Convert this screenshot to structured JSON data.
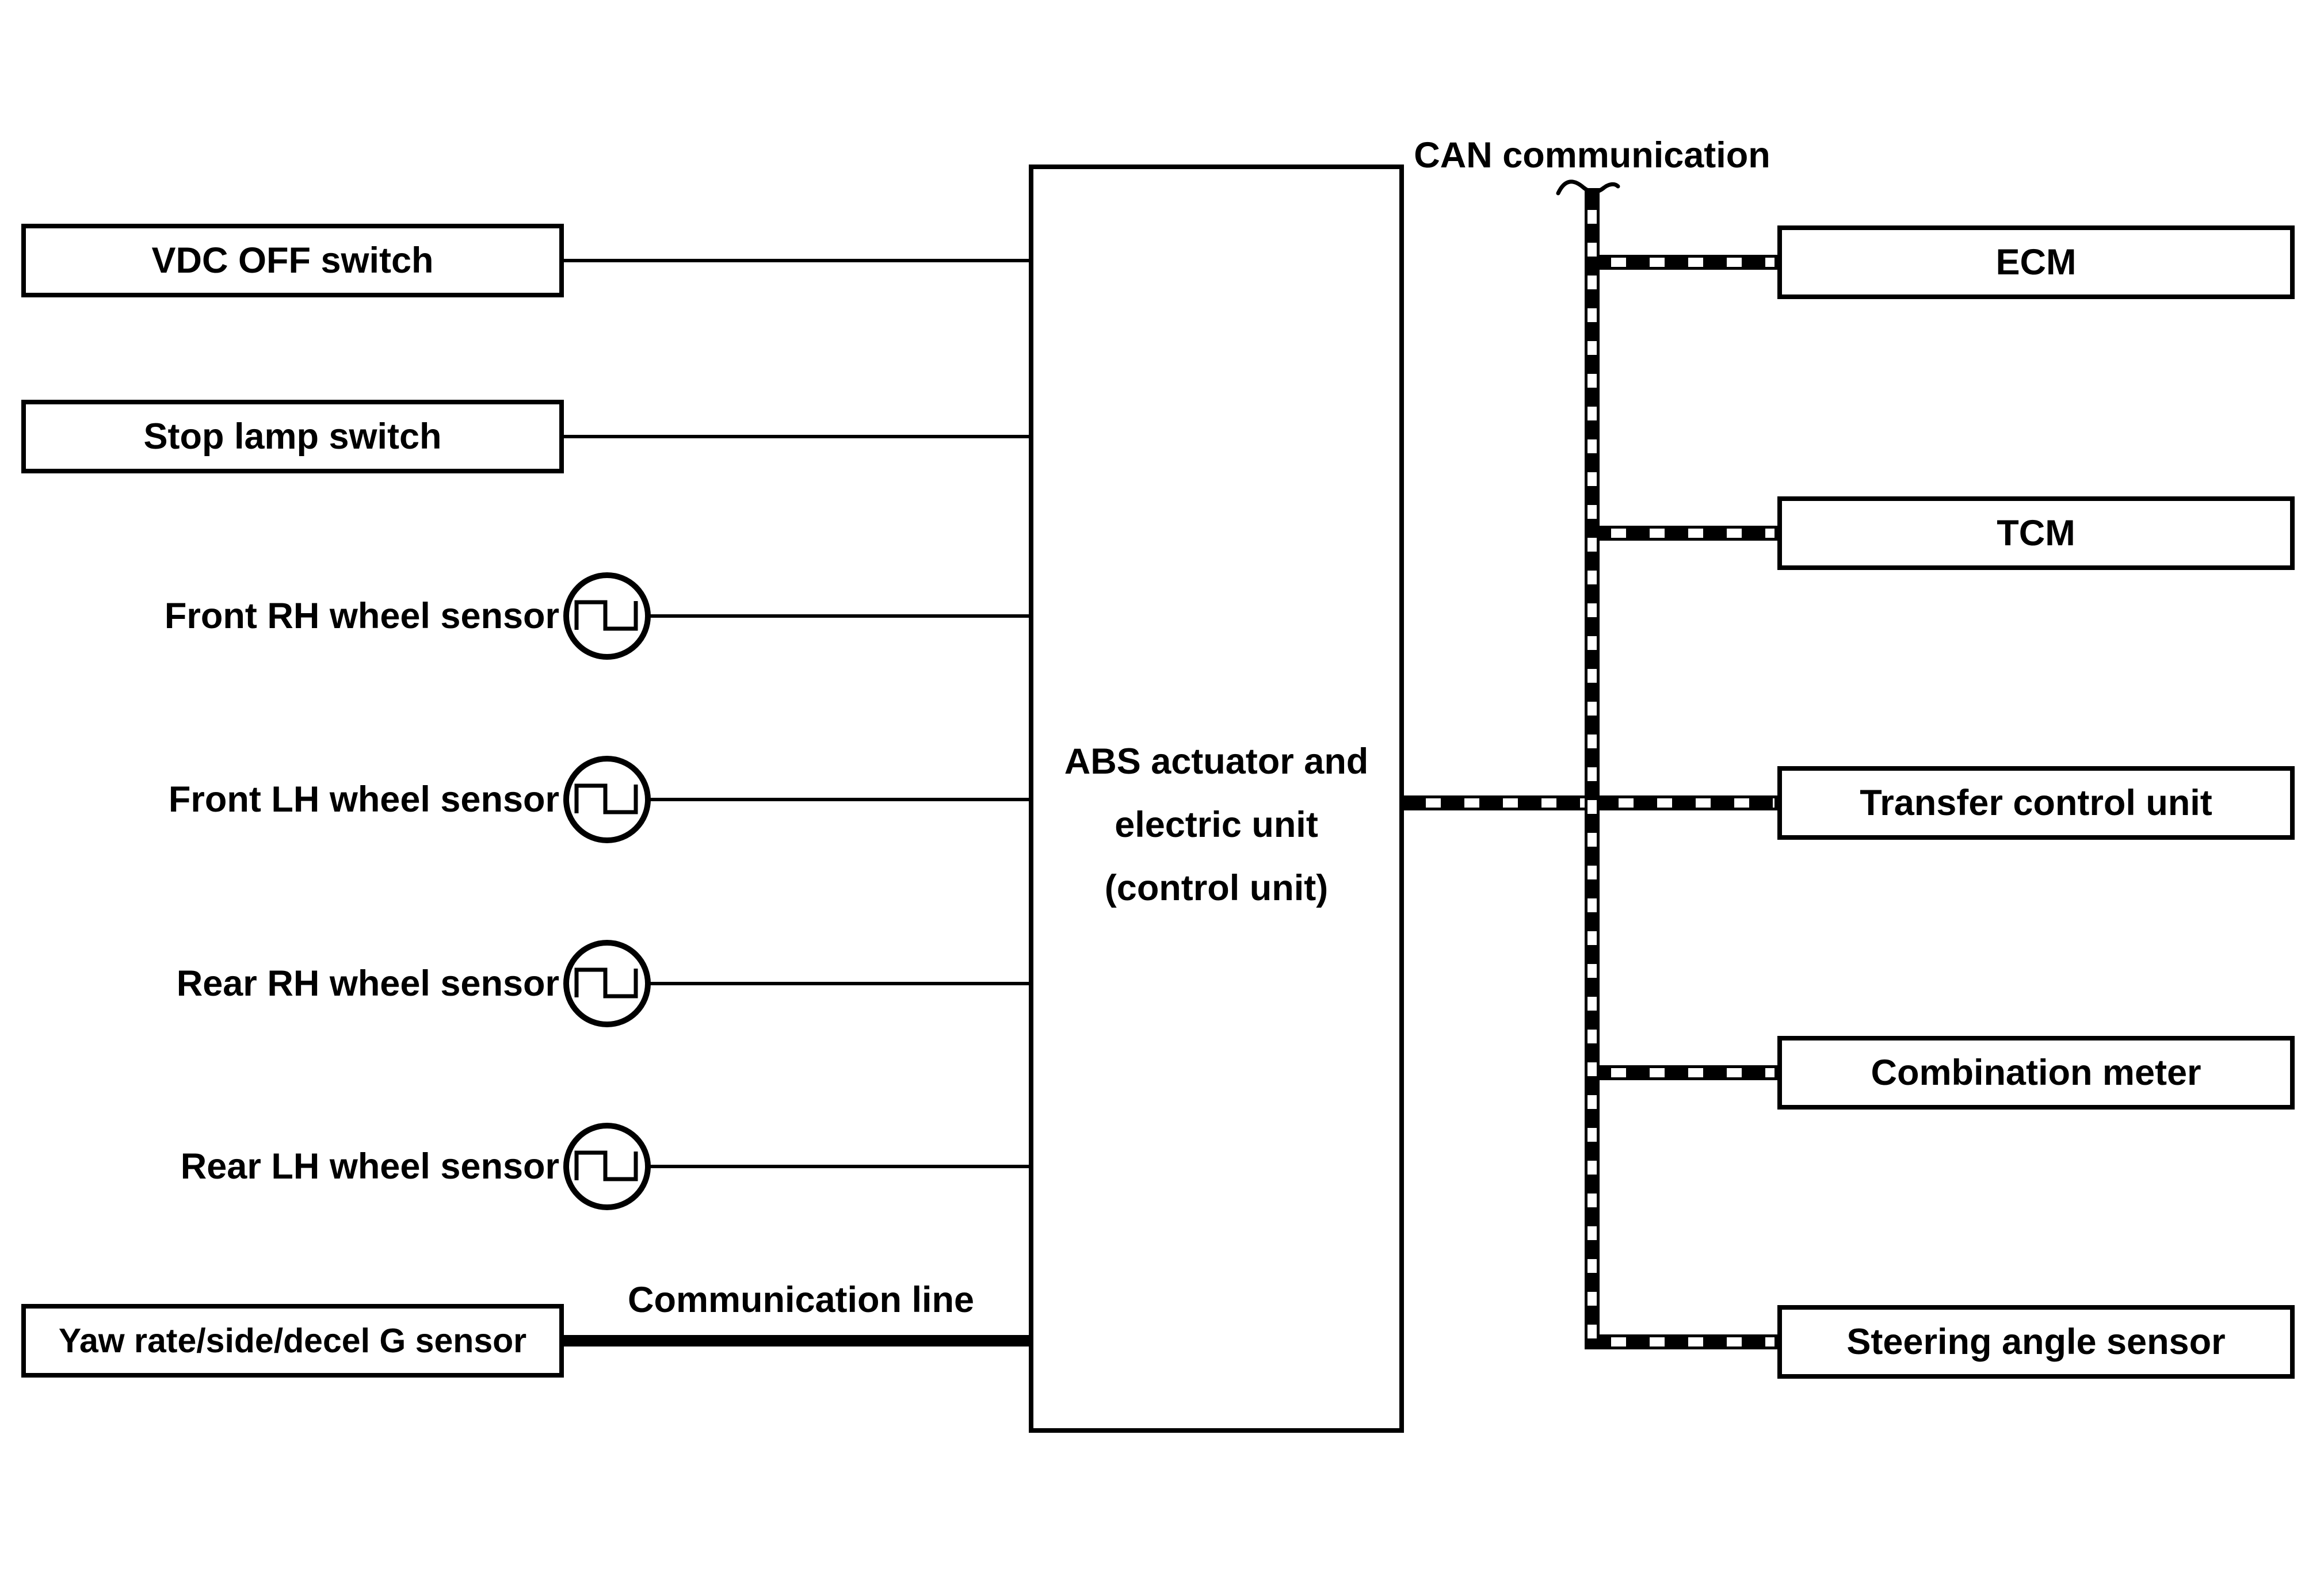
{
  "diagram": {
    "colors": {
      "ink": "#000000",
      "paper": "#ffffff"
    },
    "labels": {
      "can_bus": "CAN communication",
      "comm_line": "Communication line"
    },
    "left_nodes": [
      {
        "label": "VDC OFF switch",
        "kind": "box"
      },
      {
        "label": "Stop lamp switch",
        "kind": "box"
      },
      {
        "label": "Front RH wheel sensor",
        "kind": "sensor",
        "icon": "pulse-signal-icon"
      },
      {
        "label": "Front LH wheel sensor",
        "kind": "sensor",
        "icon": "pulse-signal-icon"
      },
      {
        "label": "Rear RH wheel sensor",
        "kind": "sensor",
        "icon": "pulse-signal-icon"
      },
      {
        "label": "Rear LH wheel sensor",
        "kind": "sensor",
        "icon": "pulse-signal-icon"
      },
      {
        "label": "Yaw rate/side/decel G sensor",
        "kind": "box"
      }
    ],
    "center_node": {
      "lines": [
        "ABS actuator and",
        "electric unit",
        "(control unit)"
      ]
    },
    "right_nodes": [
      {
        "label": "ECM"
      },
      {
        "label": "TCM"
      },
      {
        "label": "Transfer control unit"
      },
      {
        "label": "Combination meter"
      },
      {
        "label": "Steering angle sensor"
      }
    ]
  }
}
